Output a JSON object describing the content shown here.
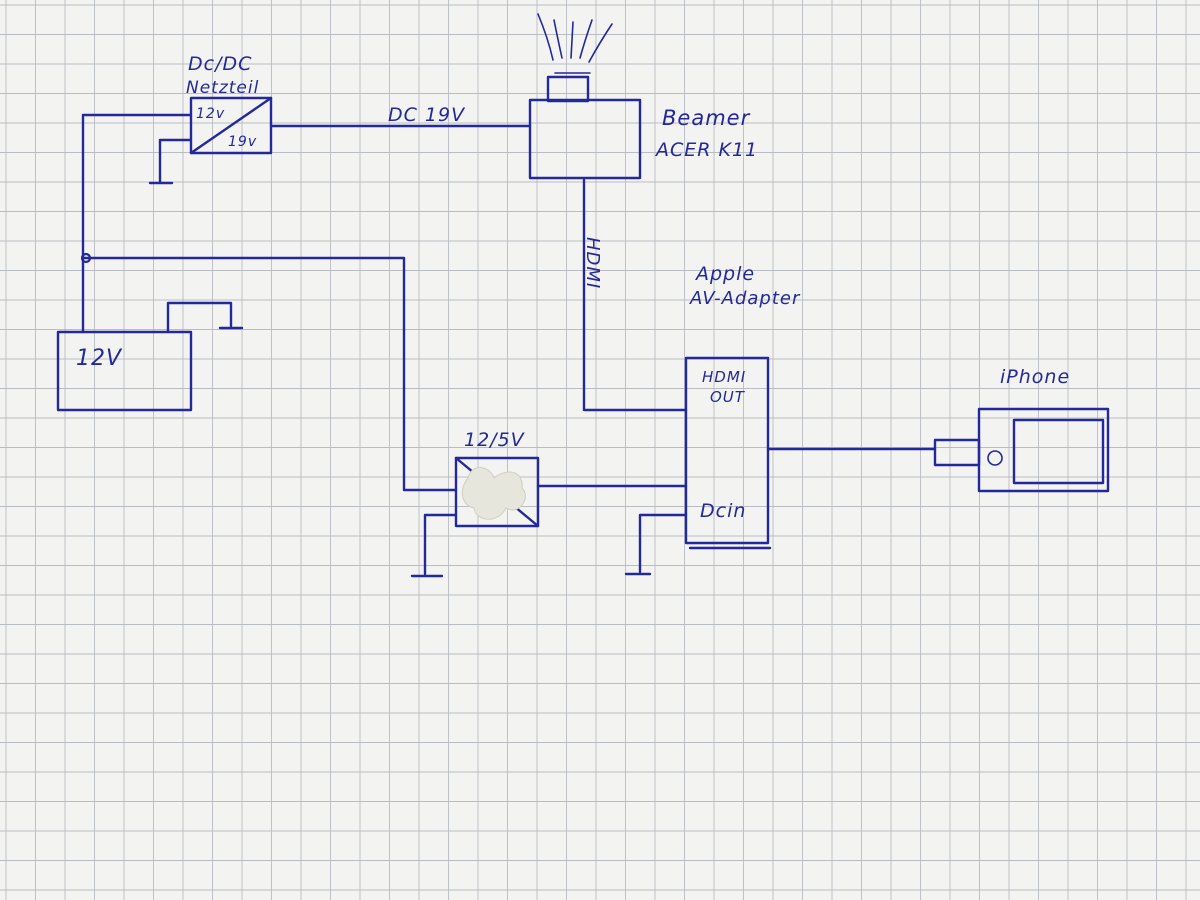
{
  "labels": {
    "dcdc_line1": "Dc/DC",
    "dcdc_line2": "Netzteil",
    "dcdc_in": "12v",
    "dcdc_out": "19v",
    "dc19_wire": "DC 19V",
    "beamer_line1": "Beamer",
    "beamer_line2": "ACER K11",
    "hdmi_wire": "HDMI",
    "adapter_line1": "Apple",
    "adapter_line2": "AV-Adapter",
    "hdmi_out_line1": "HDMI",
    "hdmi_out_line2": "OUT",
    "dc_in": "Dcin",
    "converter": "12/5V",
    "battery": "12V",
    "iphone": "iPhone"
  },
  "colors": {
    "ink": "#23289a",
    "paper": "#f3f3f1",
    "grid": "#b9bcc3"
  }
}
